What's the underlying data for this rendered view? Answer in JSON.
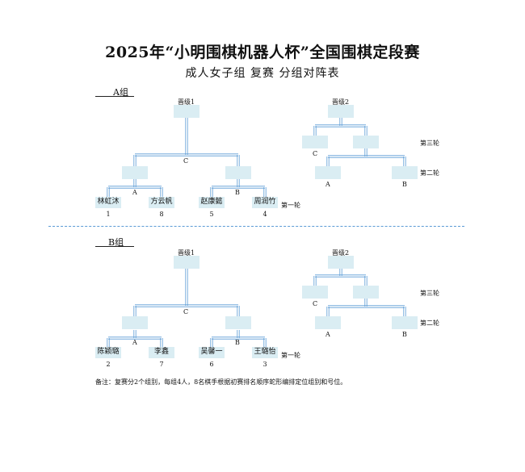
{
  "title": "2025年“小明围棋机器人杯”全国围棋定段赛",
  "subtitle": "成人女子组 复赛 分组对阵表",
  "labels": {
    "advance1": "晋级1",
    "advance2": "晋级2",
    "match_a": "A",
    "match_b": "B",
    "match_c": "C",
    "round1": "第一轮",
    "round2": "第二轮",
    "round3": "第三轮"
  },
  "groups": [
    {
      "name": "A组",
      "players": [
        {
          "name": "林虹沐",
          "seed": "1"
        },
        {
          "name": "方云帆",
          "seed": "8"
        },
        {
          "name": "赵康懿",
          "seed": "5"
        },
        {
          "name": "周润竹",
          "seed": "4"
        }
      ]
    },
    {
      "name": "B组",
      "players": [
        {
          "name": "陈颖璐",
          "seed": "2"
        },
        {
          "name": "李鑫",
          "seed": "7"
        },
        {
          "name": "吴馨一",
          "seed": "6"
        },
        {
          "name": "王璐怡",
          "seed": "3"
        }
      ]
    }
  ],
  "note": "备注：复赛分2个组别，每组4人，8名棋手根据初赛排名顺序蛇形编排定位组别和号位。",
  "colors": {
    "box_fill": "#daedf3",
    "bracket_line": "#5b9bd5",
    "divider": "#5b9bd5"
  }
}
